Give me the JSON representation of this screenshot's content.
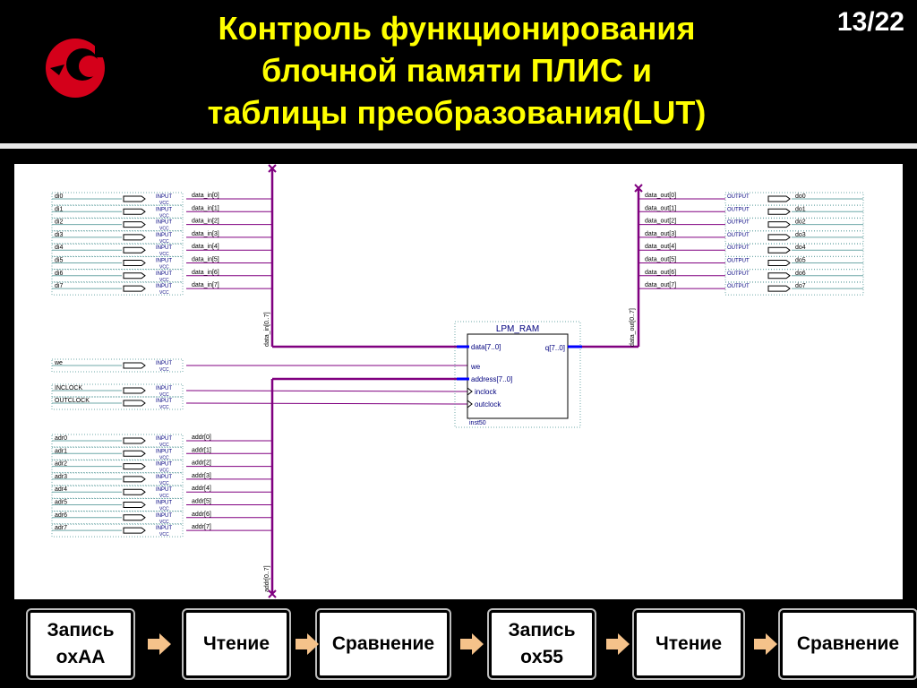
{
  "header": {
    "title_lines": [
      "Контроль функционирования",
      "блочной памяти ПЛИС и",
      "таблицы преобразования(LUT)"
    ],
    "page": "13/22",
    "logo_icon": "red-swirl-logo",
    "title_color": "#ffff00"
  },
  "schematic": {
    "wire_color": "#800080",
    "bus_color": "#0000ff",
    "pin_input_label": "INPUT",
    "pin_vcc_label": "VCC",
    "pin_output_label": "OUTPUT",
    "data_inputs": [
      "di0",
      "di1",
      "di2",
      "di3",
      "di4",
      "di5",
      "di6",
      "di7"
    ],
    "data_in_nets": [
      "data_in[0]",
      "data_in[1]",
      "data_in[2]",
      "data_in[3]",
      "data_in[4]",
      "data_in[5]",
      "data_in[6]",
      "data_in[7]"
    ],
    "data_in_bus": "data_in[0..7]",
    "data_outputs": [
      "do0",
      "do1",
      "do2",
      "do3",
      "do4",
      "do5",
      "do6",
      "do7"
    ],
    "data_out_nets": [
      "data_out[0]",
      "data_out[1]",
      "data_out[2]",
      "data_out[3]",
      "data_out[4]",
      "data_out[5]",
      "data_out[6]",
      "data_out[7]"
    ],
    "data_out_bus": "data_out[0..7]",
    "control_inputs": [
      "we",
      "INCLOCK",
      "OUTCLOCK"
    ],
    "addr_inputs": [
      "adr0",
      "adr1",
      "adr2",
      "adr3",
      "adr4",
      "adr5",
      "adr6",
      "adr7"
    ],
    "addr_nets": [
      "addr[0]",
      "addr[1]",
      "addr[2]",
      "addr[3]",
      "addr[4]",
      "addr[5]",
      "addr[6]",
      "addr[7]"
    ],
    "addr_bus": "addr[0..7]",
    "block": {
      "title": "LPM_RAM",
      "ports_in": [
        "data[7..0]",
        "we",
        "address[7..0]",
        "inclock",
        "outclock"
      ],
      "port_out": "q[7..0]",
      "instance": "inst50"
    }
  },
  "steps": {
    "items": [
      "Запись\noxAA",
      "Чтение",
      "Сравнение",
      "Запись\nox55",
      "Чтение",
      "Сравнение"
    ],
    "arrow_color": "#f5c28a"
  }
}
